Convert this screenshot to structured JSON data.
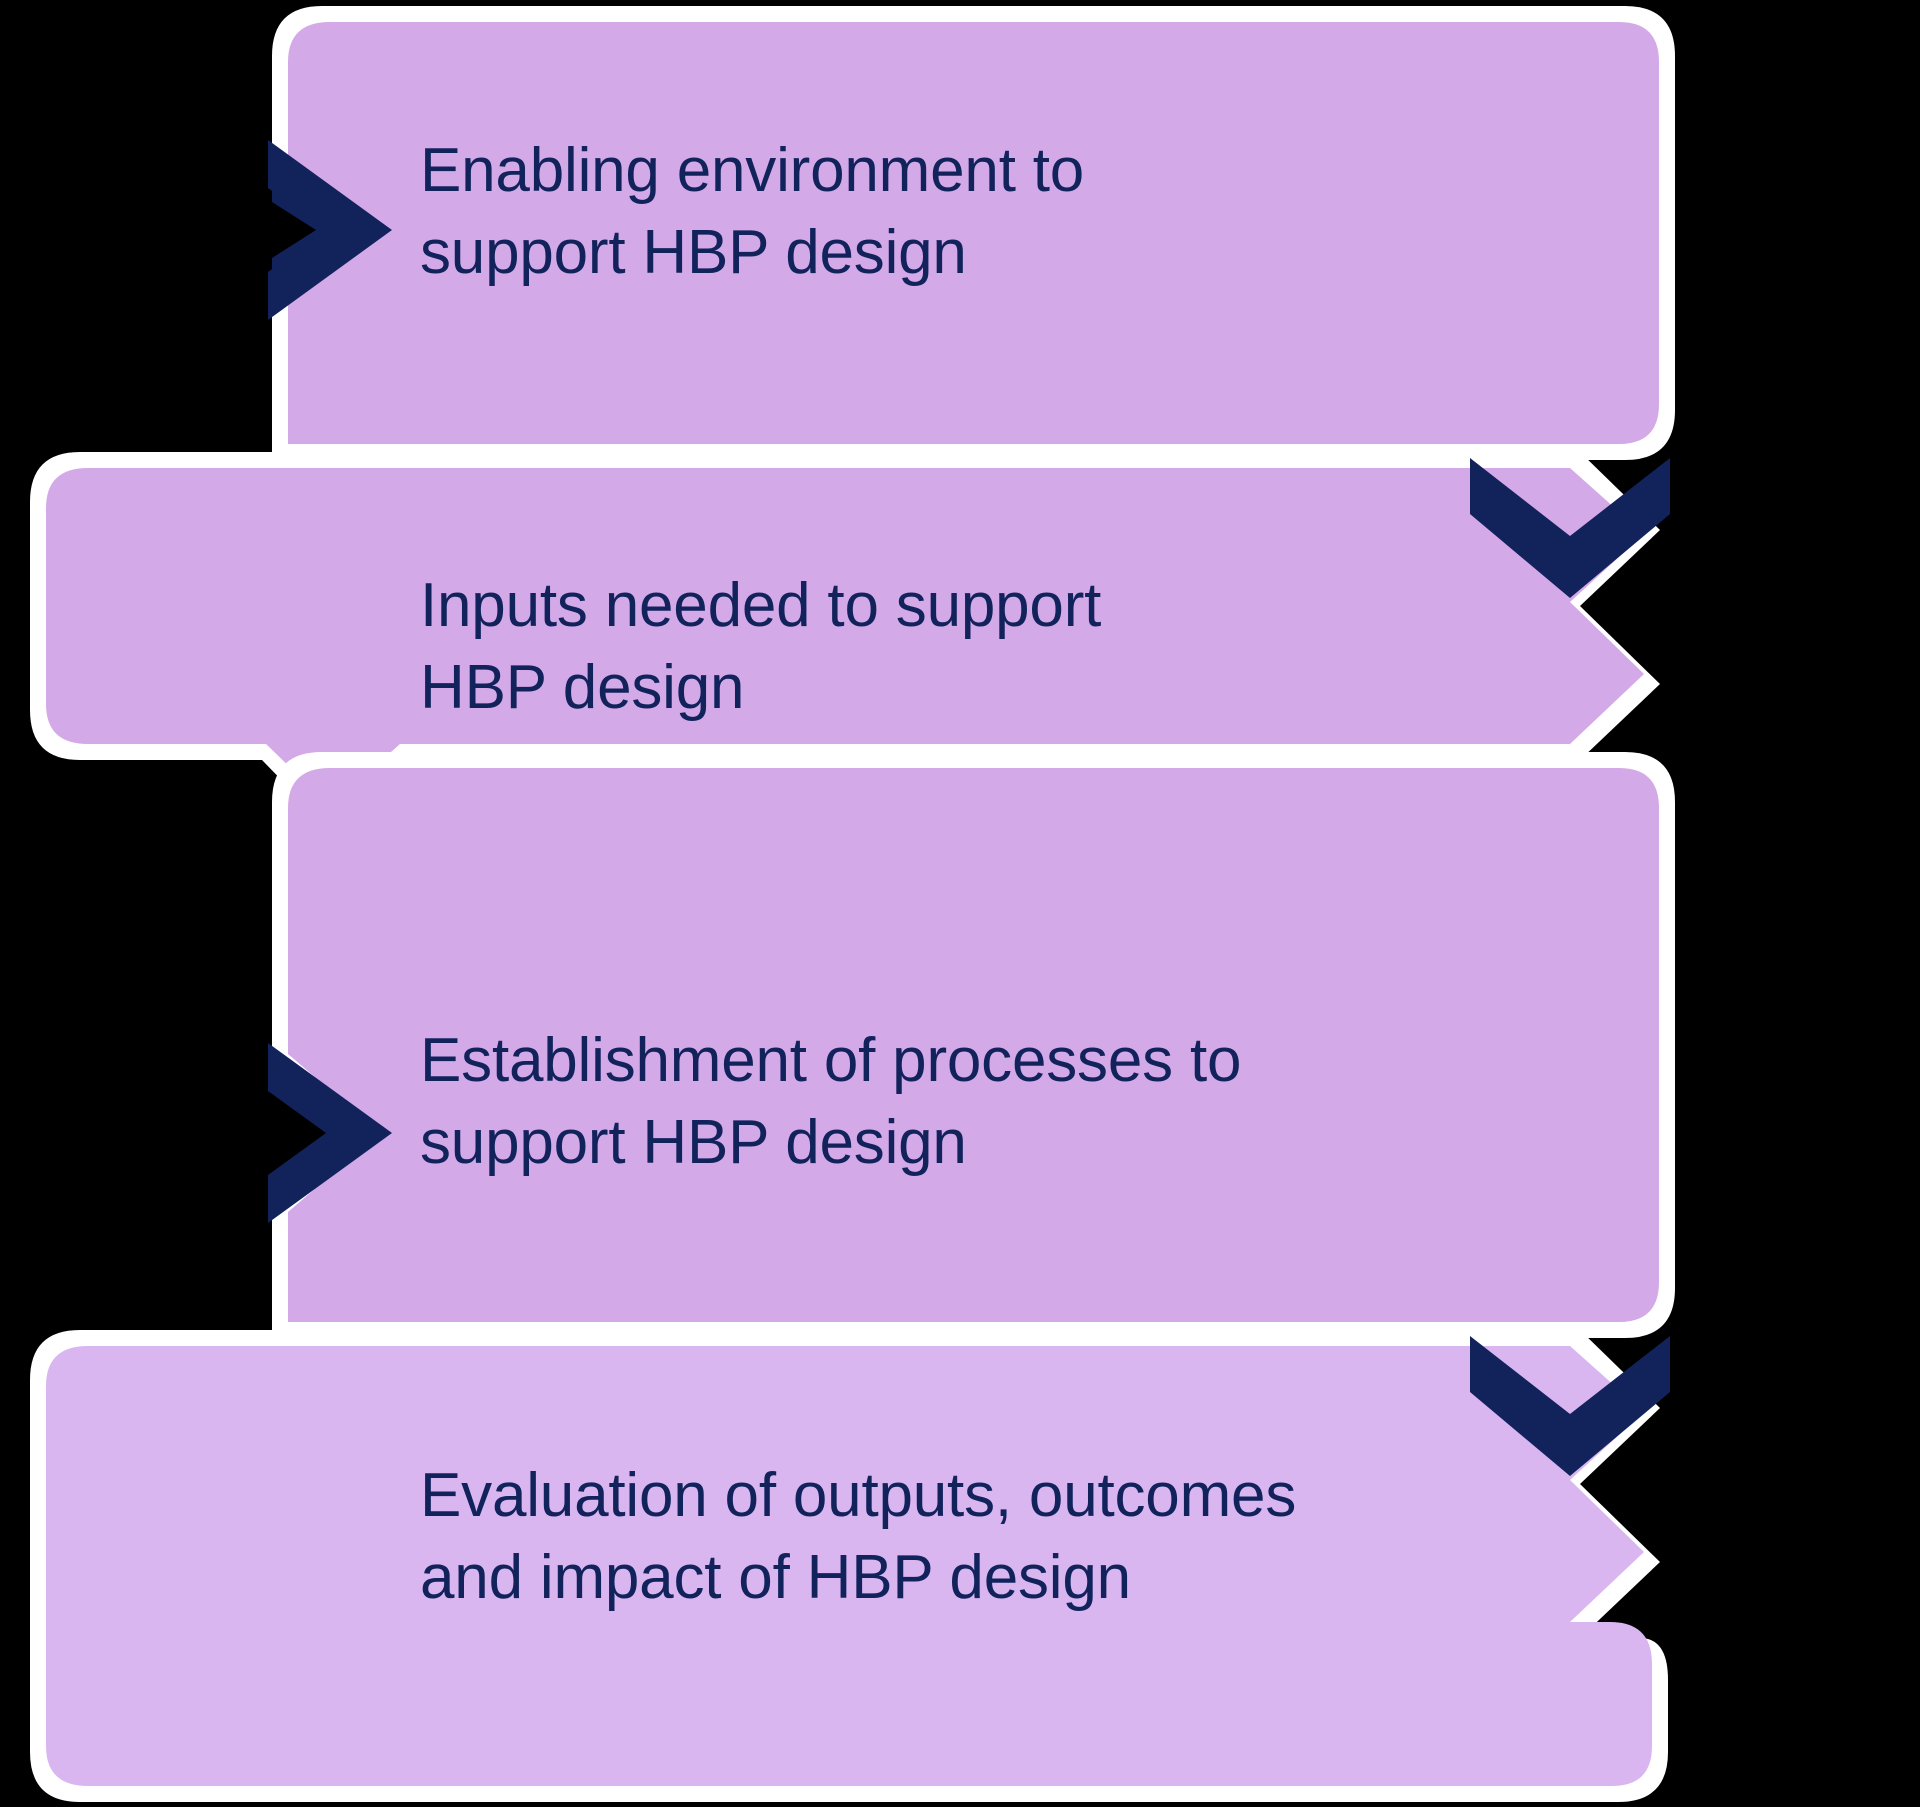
{
  "diagram": {
    "title": "HBP design process chevron flow",
    "background_color": "#000000",
    "box_fill_color": "#D4A9E8",
    "box_outline_color": "#FFFFFF",
    "chevron_color": "#12235C",
    "text_color": "#12235C",
    "steps": [
      {
        "index": 1,
        "label": "Enabling environment to\nsupport HBP design",
        "chevron_side": "left",
        "chevron_direction": "right"
      },
      {
        "index": 2,
        "label": "Inputs needed to support\nHBP design",
        "chevron_side": "right",
        "chevron_direction": "down"
      },
      {
        "index": 3,
        "label": "Establishment of processes to\nsupport HBP design",
        "chevron_side": "left",
        "chevron_direction": "right"
      },
      {
        "index": 4,
        "label": "Evaluation of outputs, outcomes\nand impact of HBP design",
        "chevron_side": "right",
        "chevron_direction": "down"
      }
    ]
  }
}
